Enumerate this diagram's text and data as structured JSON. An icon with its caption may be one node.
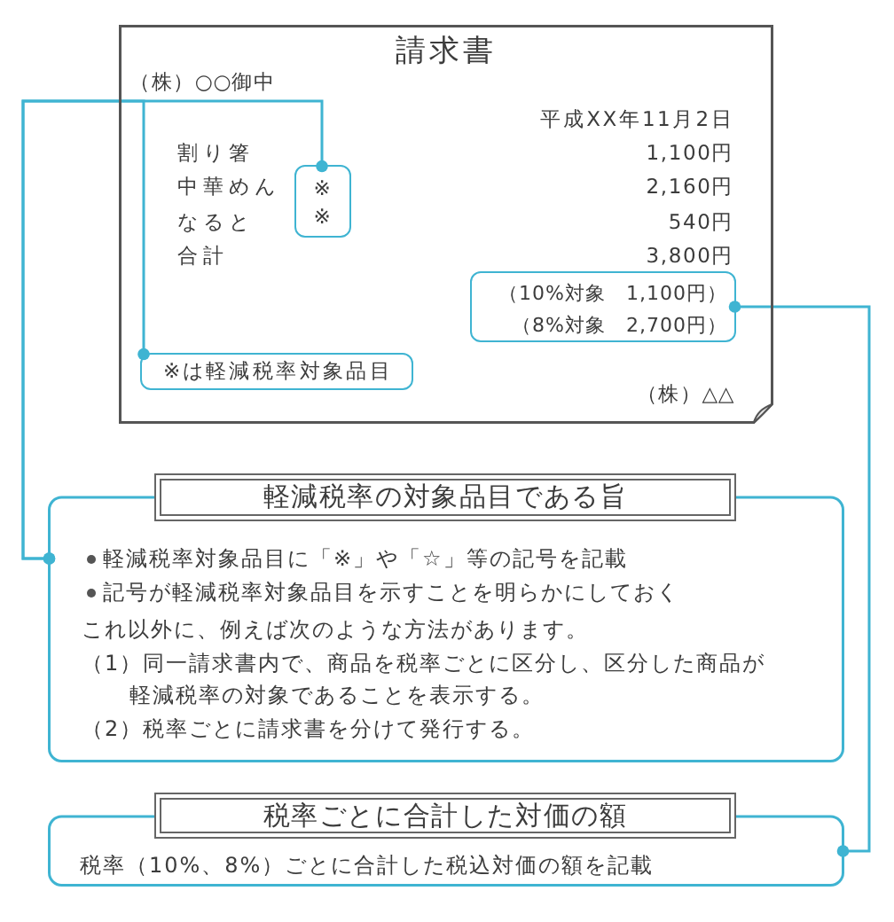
{
  "diagram": {
    "nodes": [
      {
        "text": [
          "請求書",
          "（株）○○御中",
          "平成XX年11月2日",
          "割り箸",
          "1,100円",
          "中華めん",
          "2,160円",
          "なると",
          "540円",
          "合計",
          "3,800円",
          "（株）△△"
        ]
      },
      {
        "text": [
          "※",
          "※"
        ],
        "in": 0
      },
      {
        "text": [
          "（10%対象　1,100円）",
          "（8%対象　2,700円）"
        ],
        "in": 0
      },
      {
        "text": [
          "※は軽減税率対象品目"
        ],
        "in": 0
      },
      {
        "text": [
          "軽減税率の対象品目である旨",
          "軽減税率対象品目に「※」や「☆」等の記号を記載",
          "記号が軽減税率対象品目を示すことを明らかにしておく",
          "これ以外に、例えば次のような方法があります。",
          "（1）同一請求書内で、商品を税率ごとに区分し、区分した商品が軽減税率の対象であることを表示する。",
          "（2）税率ごとに請求書を分けて発行する。"
        ]
      },
      {
        "text": [
          "税率ごとに合計した対価の額",
          "税率（10%、8%）ごとに合計した税込対価の額を記載"
        ]
      }
    ],
    "edges": [
      {
        "from": 4,
        "to": 1,
        "arrow": "other"
      },
      {
        "from": 4,
        "to": 3,
        "arrow": "other"
      },
      {
        "from": 5,
        "to": 2,
        "arrow": "other"
      }
    ]
  }
}
